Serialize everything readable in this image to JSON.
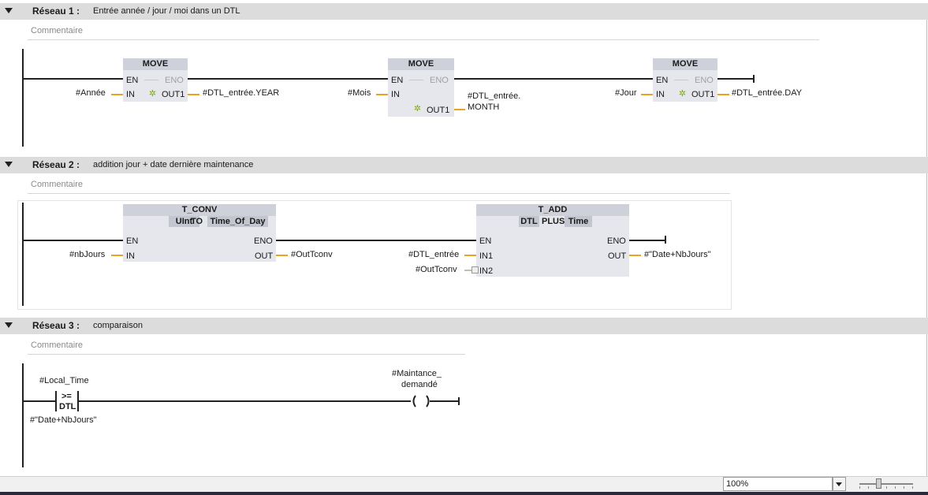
{
  "networks": [
    {
      "number": "Réseau 1 :",
      "title": "Entrée année / jour / moi dans un DTL",
      "comment_placeholder": "Commentaire"
    },
    {
      "number": "Réseau 2 :",
      "title": "addition jour + date dernière maintenance",
      "comment_placeholder": "Commentaire"
    },
    {
      "number": "Réseau 3 :",
      "title": "comparaison",
      "comment_placeholder": "Commentaire"
    }
  ],
  "net1": {
    "moves": [
      {
        "name": "MOVE",
        "en": "EN",
        "eno": "ENO",
        "in": "IN",
        "out": "OUT1",
        "in_var": "#Année",
        "out_var": "#DTL_entrée.YEAR"
      },
      {
        "name": "MOVE",
        "en": "EN",
        "eno": "ENO",
        "in": "IN",
        "out": "OUT1",
        "in_var": "#Mois",
        "out_var_1": "#DTL_entrée.",
        "out_var_2": "MONTH"
      },
      {
        "name": "MOVE",
        "en": "EN",
        "eno": "ENO",
        "in": "IN",
        "out": "OUT1",
        "in_var": "#Jour",
        "out_var": "#DTL_entrée.DAY"
      }
    ]
  },
  "net2": {
    "tconv": {
      "name": "T_CONV",
      "type1": "UInt",
      "to": "TO",
      "type2": "Time_Of_Day",
      "en": "EN",
      "eno": "ENO",
      "in": "IN",
      "out": "OUT",
      "in_var": "#nbJours",
      "out_var": "#OutTconv"
    },
    "tadd": {
      "name": "T_ADD",
      "type1": "DTL",
      "plus": "PLUS",
      "type2": "Time",
      "en": "EN",
      "eno": "ENO",
      "in1": "IN1",
      "in2": "IN2",
      "out": "OUT",
      "in1_var": "#DTL_entrée",
      "in2_var": "#OutTconv",
      "out_var": "#\"Date+NbJours\""
    }
  },
  "net3": {
    "compare_top": "#Local_Time",
    "compare_op": ">=",
    "compare_type": "DTL",
    "compare_bottom": "#\"Date+NbJours\"",
    "coil_var_1": "#Maintance_",
    "coil_var_2": "demandé"
  },
  "status": {
    "zoom": "100%"
  },
  "colors": {
    "header_bg": "#dcdcdc",
    "box_bg": "#e6e7ec",
    "stub": "#f0a020",
    "enable_star": "#7ab000"
  }
}
